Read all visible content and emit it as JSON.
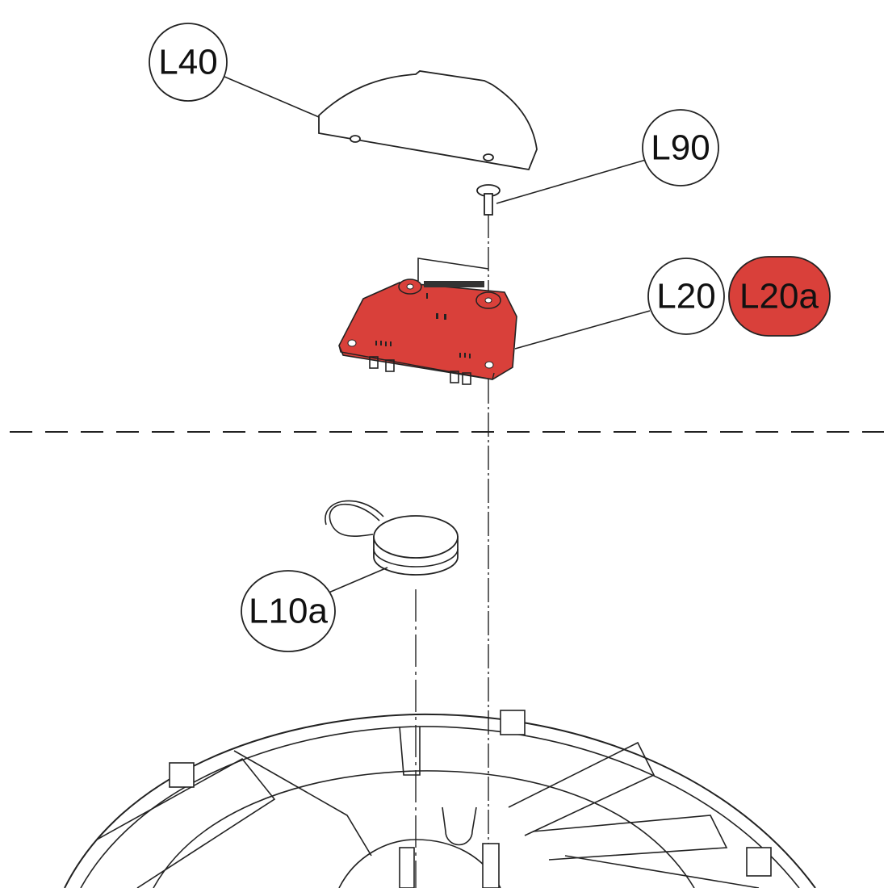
{
  "diagram": {
    "callouts": [
      {
        "id": "L40",
        "label": "L40",
        "highlighted": false
      },
      {
        "id": "L90",
        "label": "L90",
        "highlighted": false
      },
      {
        "id": "L20",
        "label": "L20",
        "highlighted": false
      },
      {
        "id": "L20a",
        "label": "L20a",
        "highlighted": true
      },
      {
        "id": "L10a",
        "label": "L10a",
        "highlighted": false
      }
    ],
    "colors": {
      "highlight": "#d9403a",
      "line": "#222222",
      "background": "#ffffff"
    }
  }
}
